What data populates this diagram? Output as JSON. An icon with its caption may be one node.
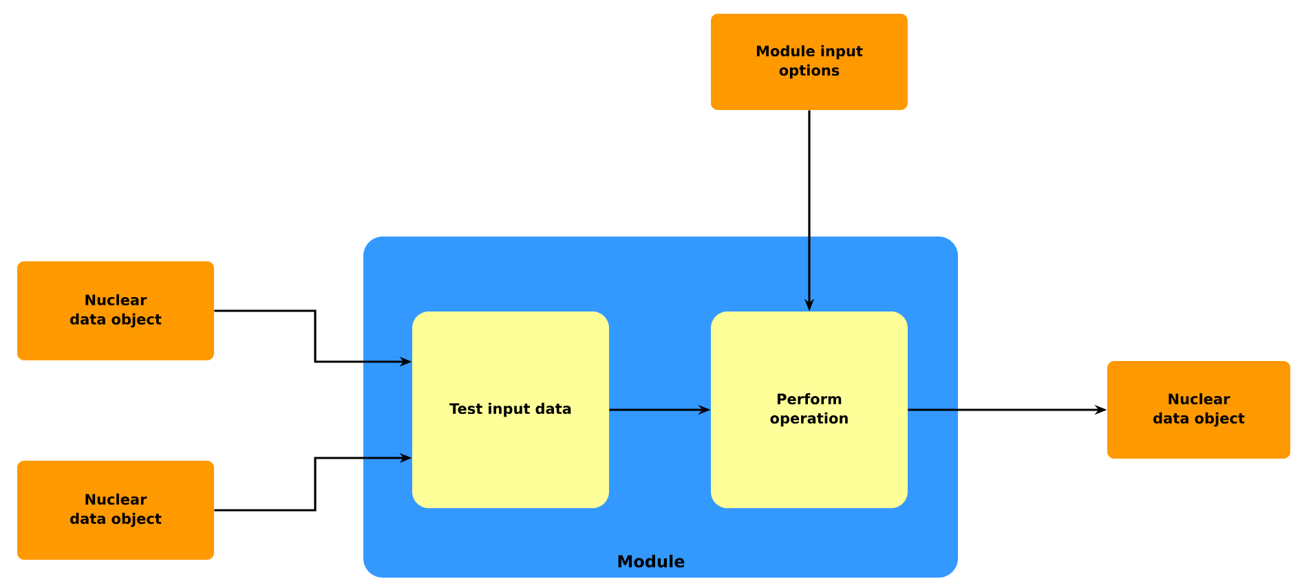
{
  "diagram": {
    "nodes": [
      {
        "text": [
          "Module input options"
        ]
      },
      {
        "text": [
          "Nuclear data object"
        ]
      },
      {
        "text": [
          "Module"
        ]
      },
      {
        "text": [
          "Test input data"
        ],
        "in": 2
      },
      {
        "text": [
          "Perform operation"
        ],
        "in": 2
      },
      {
        "text": [
          "Nuclear data object"
        ]
      },
      {
        "text": [
          "Nuclear data object"
        ]
      }
    ],
    "edges": [
      {
        "from": 1,
        "to": 3,
        "arrow": "to"
      },
      {
        "from": 6,
        "to": 3,
        "arrow": "to"
      },
      {
        "from": 3,
        "to": 4,
        "arrow": "to"
      },
      {
        "from": 0,
        "to": 4,
        "arrow": "to"
      },
      {
        "from": 4,
        "to": 5,
        "arrow": "to"
      }
    ]
  }
}
